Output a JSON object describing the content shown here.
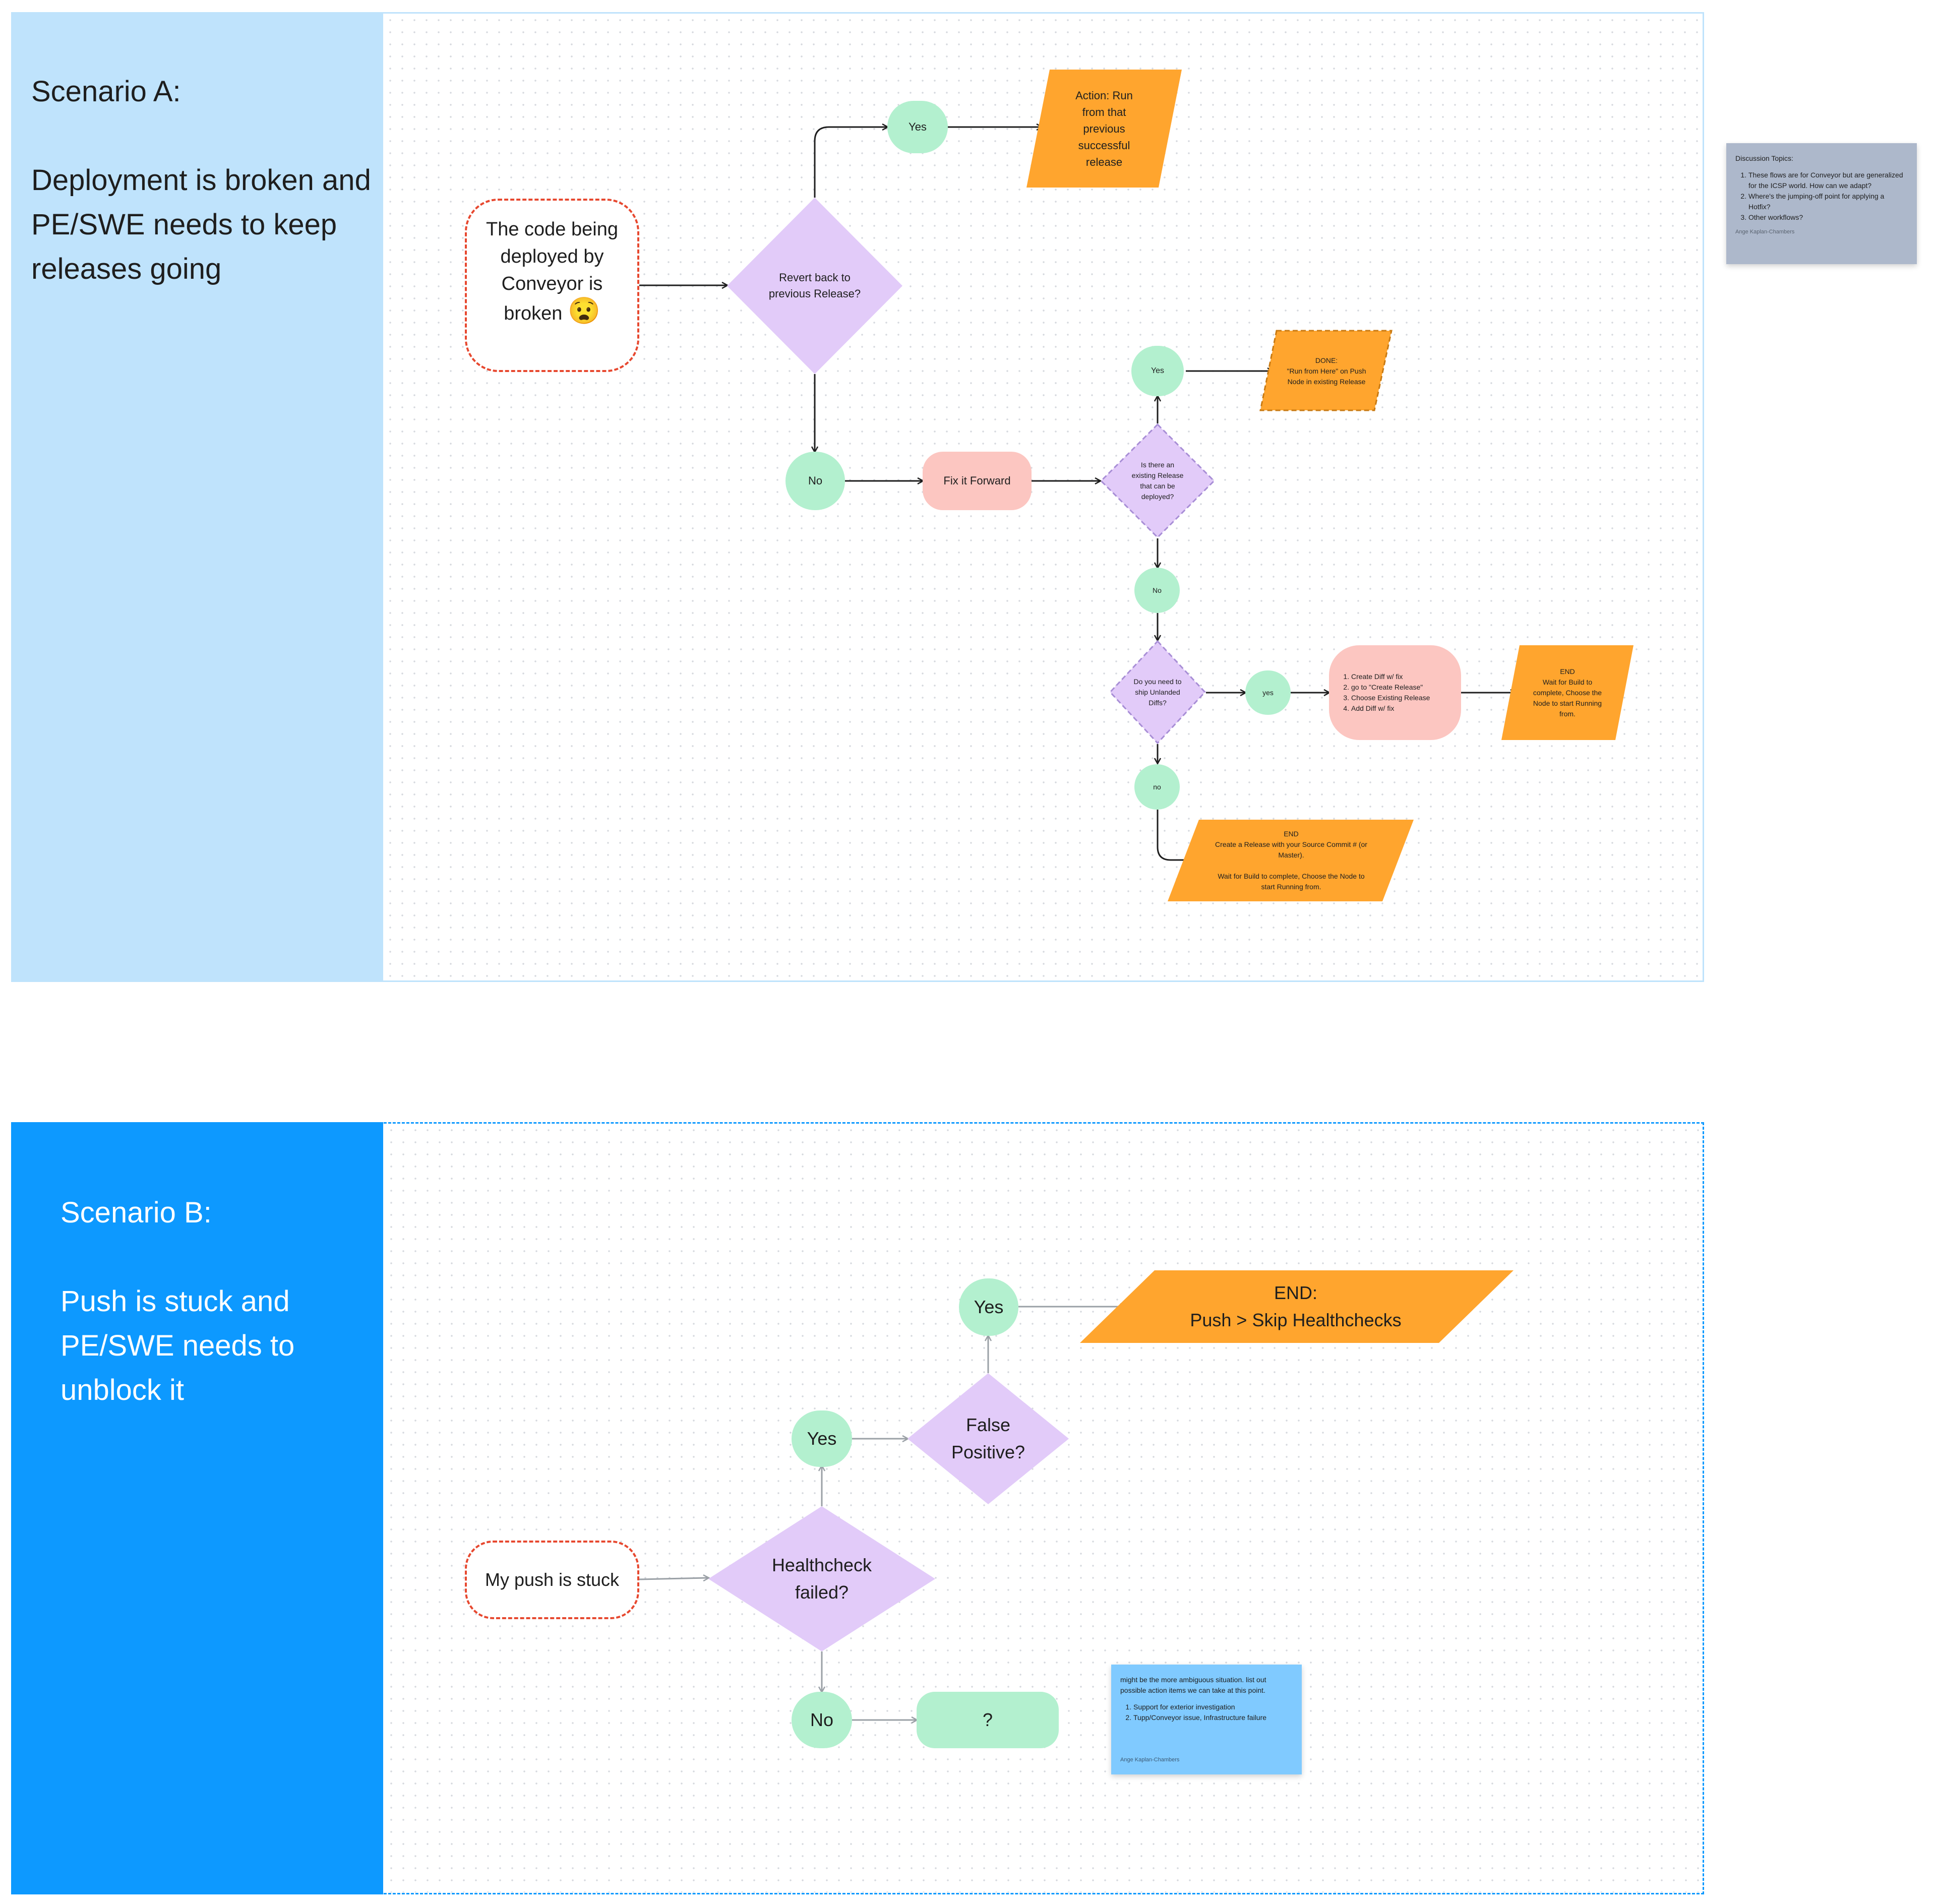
{
  "scenario_a": {
    "heading": "Scenario A:",
    "description": "Deployment is broken and PE/SWE needs to keep releases going",
    "start": "The code being deployed by Conveyor is broken",
    "start_emoji": "😧",
    "revert_decision": "Revert back to previous Release?",
    "yes_1": "Yes",
    "action_run": "Action: Run from that previous successful release",
    "no_1": "No",
    "fix_forward": "Fix it Forward",
    "existing_release_decision": "Is there an existing Release that can be deployed?",
    "yes_2": "Yes",
    "done_run_from_here": "DONE:\n\"Run from Here\" on Push Node in existing Release",
    "no_2": "No",
    "ship_unlanded_decision": "Do you need to ship Unlanded Diffs?",
    "yes_3": "yes",
    "steps": [
      "Create Diff w/ fix",
      "go to \"Create Release\"",
      "Choose Existing Release",
      "Add Diff w/ fix"
    ],
    "end_wait_build": "END\nWait for Build to complete, Choose the Node to start Running from.",
    "no_3": "no",
    "end_create_release": "END\nCreate a Release with your Source Commit # (or Master).\n\nWait for Build to complete, Choose the Node to start Running from."
  },
  "scenario_b": {
    "heading": "Scenario B:",
    "description": "Push is stuck and PE/SWE needs to unblock it",
    "start": "My push is stuck",
    "healthcheck_decision": "Healthcheck failed?",
    "yes_1": "Yes",
    "false_positive_decision": "False Positive?",
    "yes_2": "Yes",
    "end_skip": "END:\nPush > Skip Healthchecks",
    "no_1": "No",
    "unknown": "?"
  },
  "discussion_note": {
    "title": "Discussion Topics:",
    "items": [
      "These flows are for Conveyor but are generalized for the ICSP world. How can we adapt?",
      "Where's the jumping-off point for applying a Hotfix?",
      "Other workflows?"
    ],
    "author": "Ange Kaplan-Chambers"
  },
  "ambiguous_note": {
    "text": "might be the more ambiguous situation. list out possible action items we can take at this point.",
    "items": [
      "Support for exterior investigation",
      "Tupp/Conveyor issue, Infrastructure failure"
    ],
    "author": "Ange Kaplan-Chambers"
  },
  "colors": {
    "panel_a_side": "#bfe3fc",
    "panel_b_side": "#0d99ff",
    "decision": "#e2cbf9",
    "terminal": "#ffa52e",
    "yes_no": "#b3f0cf",
    "process": "#fcc6c1",
    "start_border": "#e7482f",
    "note_gray": "#adb8cb",
    "note_blue": "#80caff"
  }
}
